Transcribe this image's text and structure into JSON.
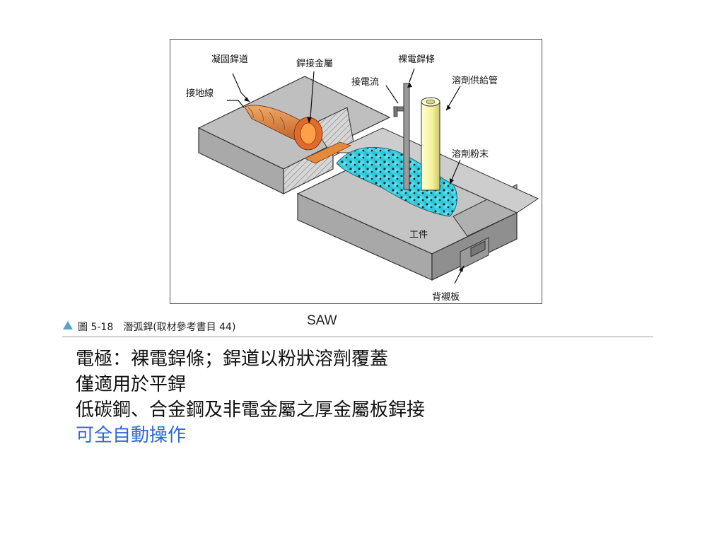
{
  "figure": {
    "labels": {
      "solidified_bead": "凝固銲道",
      "weld_metal": "銲接金屬",
      "bare_electrode": "裸電銲條",
      "ground_wire": "接地線",
      "current_contact": "接電流",
      "flux_feed_tube": "溶劑供給管",
      "flux_powder": "溶劑粉末",
      "workpiece": "工件",
      "backing_plate": "背襯板"
    },
    "colors": {
      "flux": "#3ad9e8",
      "bead": "#d9782e",
      "tube": "#f4f29a",
      "metal": "#c8c8c8"
    }
  },
  "caption": {
    "text": "圖 5-18　潛弧銲(取材參考書目 44)",
    "tag": "SAW",
    "marker_color": "#5aa0c8"
  },
  "bullets": {
    "line1": "電極：裸電銲條；銲道以粉狀溶劑覆蓋",
    "line2": "僅適用於平銲",
    "line3": "低碳鋼、合金鋼及非電金屬之厚金屬板銲接",
    "line4": "可全自動操作",
    "accent_color": "#2e6ad6"
  }
}
